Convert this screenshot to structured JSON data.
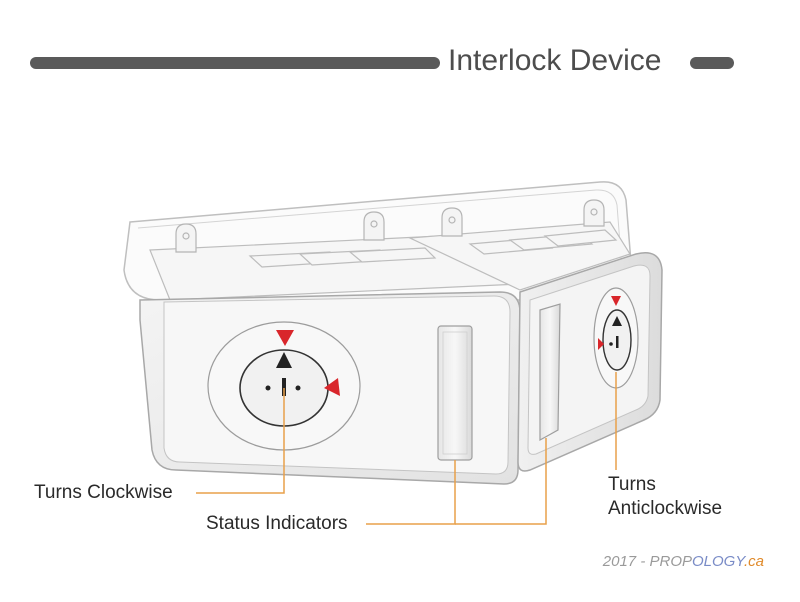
{
  "header": {
    "title": "Interlock Device"
  },
  "labels": {
    "turns_clockwise": "Turns Clockwise",
    "status_indicators": "Status Indicators",
    "turns_anticlockwise_line1": "Turns",
    "turns_anticlockwise_line2": "Anticlockwise"
  },
  "credit": {
    "prefix": "2017 - PROP",
    "mid": "OLOGY",
    "suffix": ".ca"
  },
  "colors": {
    "title_bar": "#5a5a5a",
    "callout_line": "#e8a04a",
    "arrow_red": "#d9262b",
    "arrow_dark": "#222222"
  }
}
